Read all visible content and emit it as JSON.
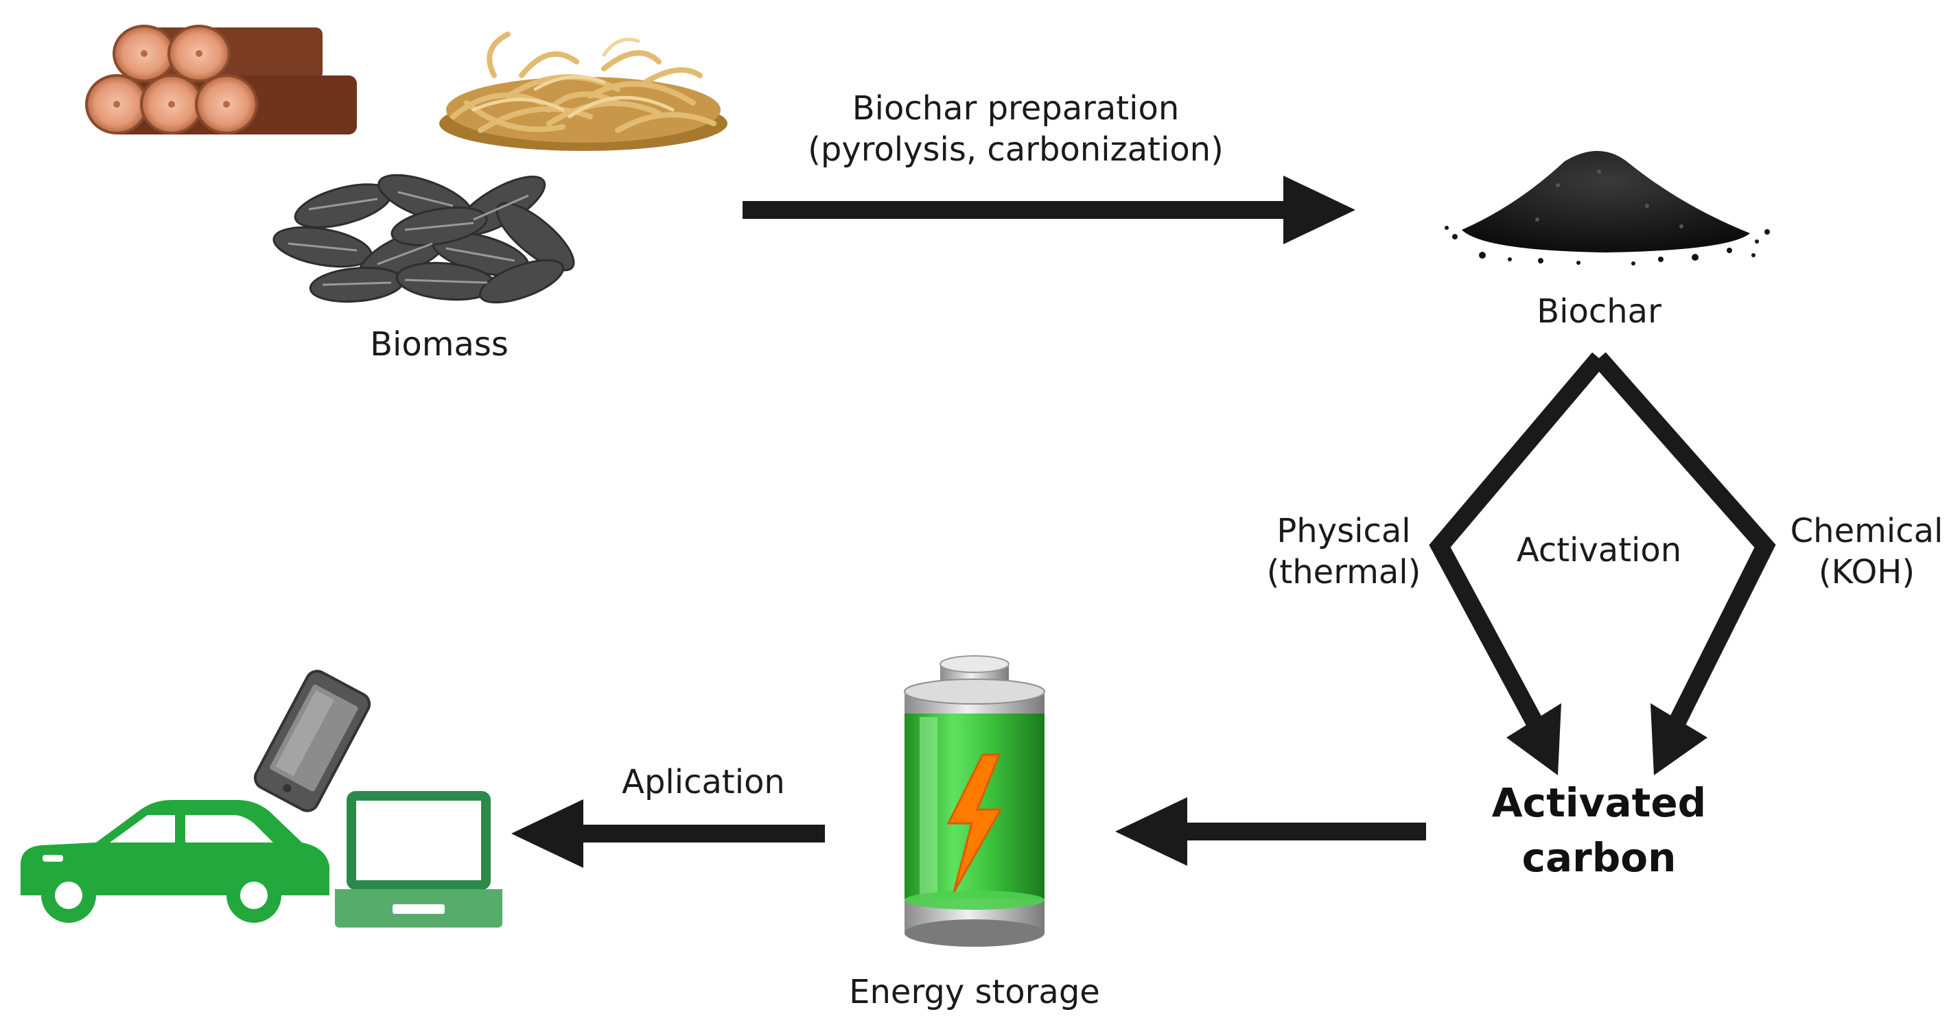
{
  "nodes": {
    "biomass": "Biomass",
    "biochar": "Biochar",
    "activated_carbon_line1": "Activated",
    "activated_carbon_line2": "carbon",
    "energy_storage": "Energy storage"
  },
  "edges": {
    "biochar_prep_line1": "Biochar preparation",
    "biochar_prep_line2": "(pyrolysis, carbonization)",
    "activation": "Activation",
    "physical_line1": "Physical",
    "physical_line2": "(thermal)",
    "chemical_line1": "Chemical",
    "chemical_line2": "(KOH)",
    "application": "Aplication"
  },
  "colors": {
    "arrow": "#1a1a1a",
    "wood": "#8b4a2b",
    "wood_face": "#e9a98a",
    "straw": "#d9b06a",
    "seed": "#4a4a4a",
    "char": "#141414",
    "battery_green": "#3ec43e",
    "bolt": "#ff7a00",
    "car_green": "#22a83c",
    "laptop_green": "#2b8a4a",
    "phone_gray": "#555555"
  },
  "icons": [
    "logs-icon",
    "straw-icon",
    "seeds-icon",
    "biochar-pile-icon",
    "battery-icon",
    "car-icon",
    "laptop-icon",
    "phone-icon"
  ]
}
